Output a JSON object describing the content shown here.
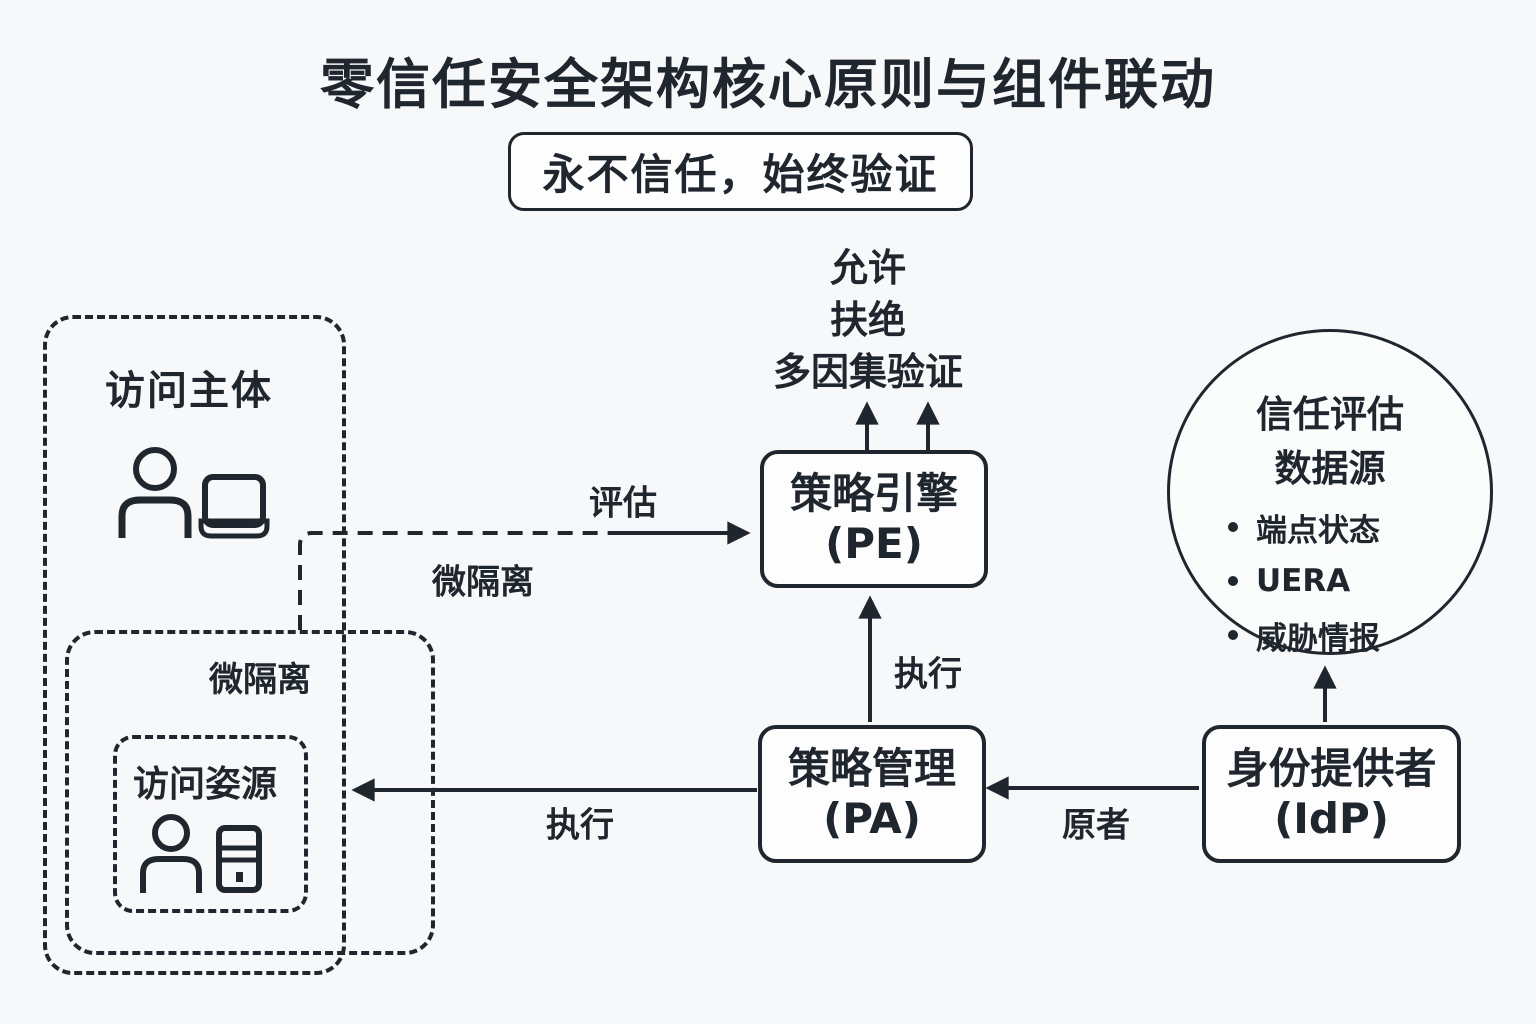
{
  "title": "零信任安全架构核心原则与组件联动",
  "principle_banner": "永不信任，始终验证",
  "decisions": [
    "允许",
    "扶绝",
    "多因集验证"
  ],
  "zones": {
    "access_subject": {
      "label": "访问主体"
    },
    "micro_segmentation": {
      "label": "微隔离"
    },
    "access_resource": {
      "label": "访问姿源"
    }
  },
  "nodes": {
    "policy_engine": {
      "title": "策略引擎",
      "abbr": "(PE)"
    },
    "policy_admin": {
      "title": "策略管理",
      "abbr": "(PA)"
    },
    "identity_provider": {
      "title": "身份提供者",
      "abbr": "(IdP)"
    },
    "trust_eval_source": {
      "title_line1": "信任评估",
      "title_line2": "数据源",
      "items": [
        "端点状态",
        "UERA",
        "威胁情报"
      ]
    }
  },
  "edge_labels": {
    "evaluate": "评估",
    "micro_seg": "微隔离",
    "enforce_up": "执行",
    "enforce_left": "执行",
    "identity_to_pa": "原者"
  },
  "icons": [
    "user-icon",
    "laptop-icon",
    "user-icon",
    "server-icon"
  ],
  "colors": {
    "background": "#f7f8f9",
    "ink": "#20262e",
    "node_fill": "#fdfdfe"
  }
}
